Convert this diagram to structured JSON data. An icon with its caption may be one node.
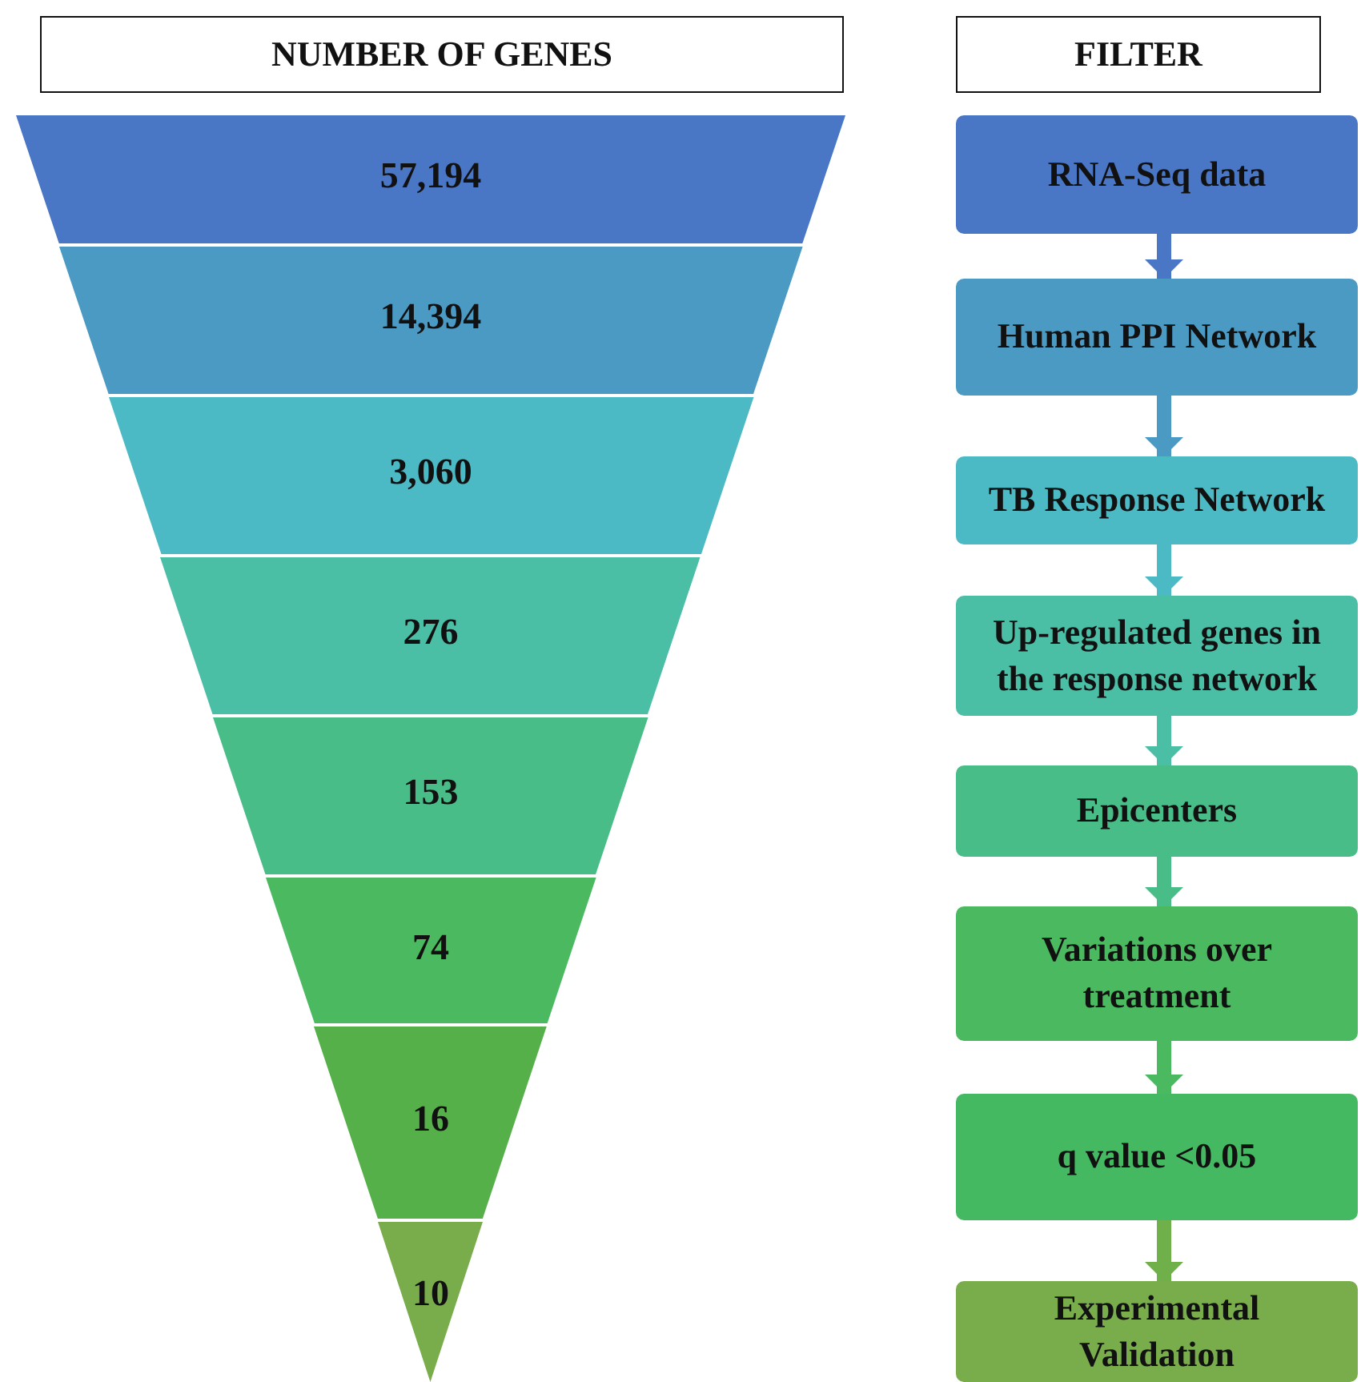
{
  "diagram": {
    "nodes": [
      {
        "text": [
          "NUMBER OF GENES"
        ]
      },
      {
        "text": [
          "FILTER"
        ]
      },
      {
        "text": [
          "57,194"
        ]
      },
      {
        "text": [
          "14,394"
        ]
      },
      {
        "text": [
          "3,060"
        ]
      },
      {
        "text": [
          "276"
        ]
      },
      {
        "text": [
          "153"
        ]
      },
      {
        "text": [
          "74"
        ]
      },
      {
        "text": [
          "16"
        ]
      },
      {
        "text": [
          "10"
        ]
      },
      {
        "text": [
          "RNA-Seq data"
        ]
      },
      {
        "text": [
          "Human PPI Network"
        ]
      },
      {
        "text": [
          "TB Response Network"
        ]
      },
      {
        "text": [
          "Up-regulated genes in the response network"
        ]
      },
      {
        "text": [
          "Epicenters"
        ]
      },
      {
        "text": [
          "Variations over treatment"
        ]
      },
      {
        "text": [
          "q value <0.05"
        ]
      },
      {
        "text": [
          "Experimental Validation"
        ]
      }
    ],
    "edges": [
      {
        "from": 10,
        "to": 11,
        "arrow": "to",
        "color": "#4a76c6"
      },
      {
        "from": 11,
        "to": 12,
        "arrow": "to",
        "color": "#4a9ac4"
      },
      {
        "from": 12,
        "to": 13,
        "arrow": "to",
        "color": "#4bbac4"
      },
      {
        "from": 13,
        "to": 14,
        "arrow": "to",
        "color": "#4bbfa6"
      },
      {
        "from": 14,
        "to": 15,
        "arrow": "to",
        "color": "#49bd88"
      },
      {
        "from": 15,
        "to": 16,
        "arrow": "to",
        "color": "#4bb960"
      },
      {
        "from": 16,
        "to": 17,
        "arrow": "to",
        "color": "#6fb04a"
      }
    ]
  }
}
